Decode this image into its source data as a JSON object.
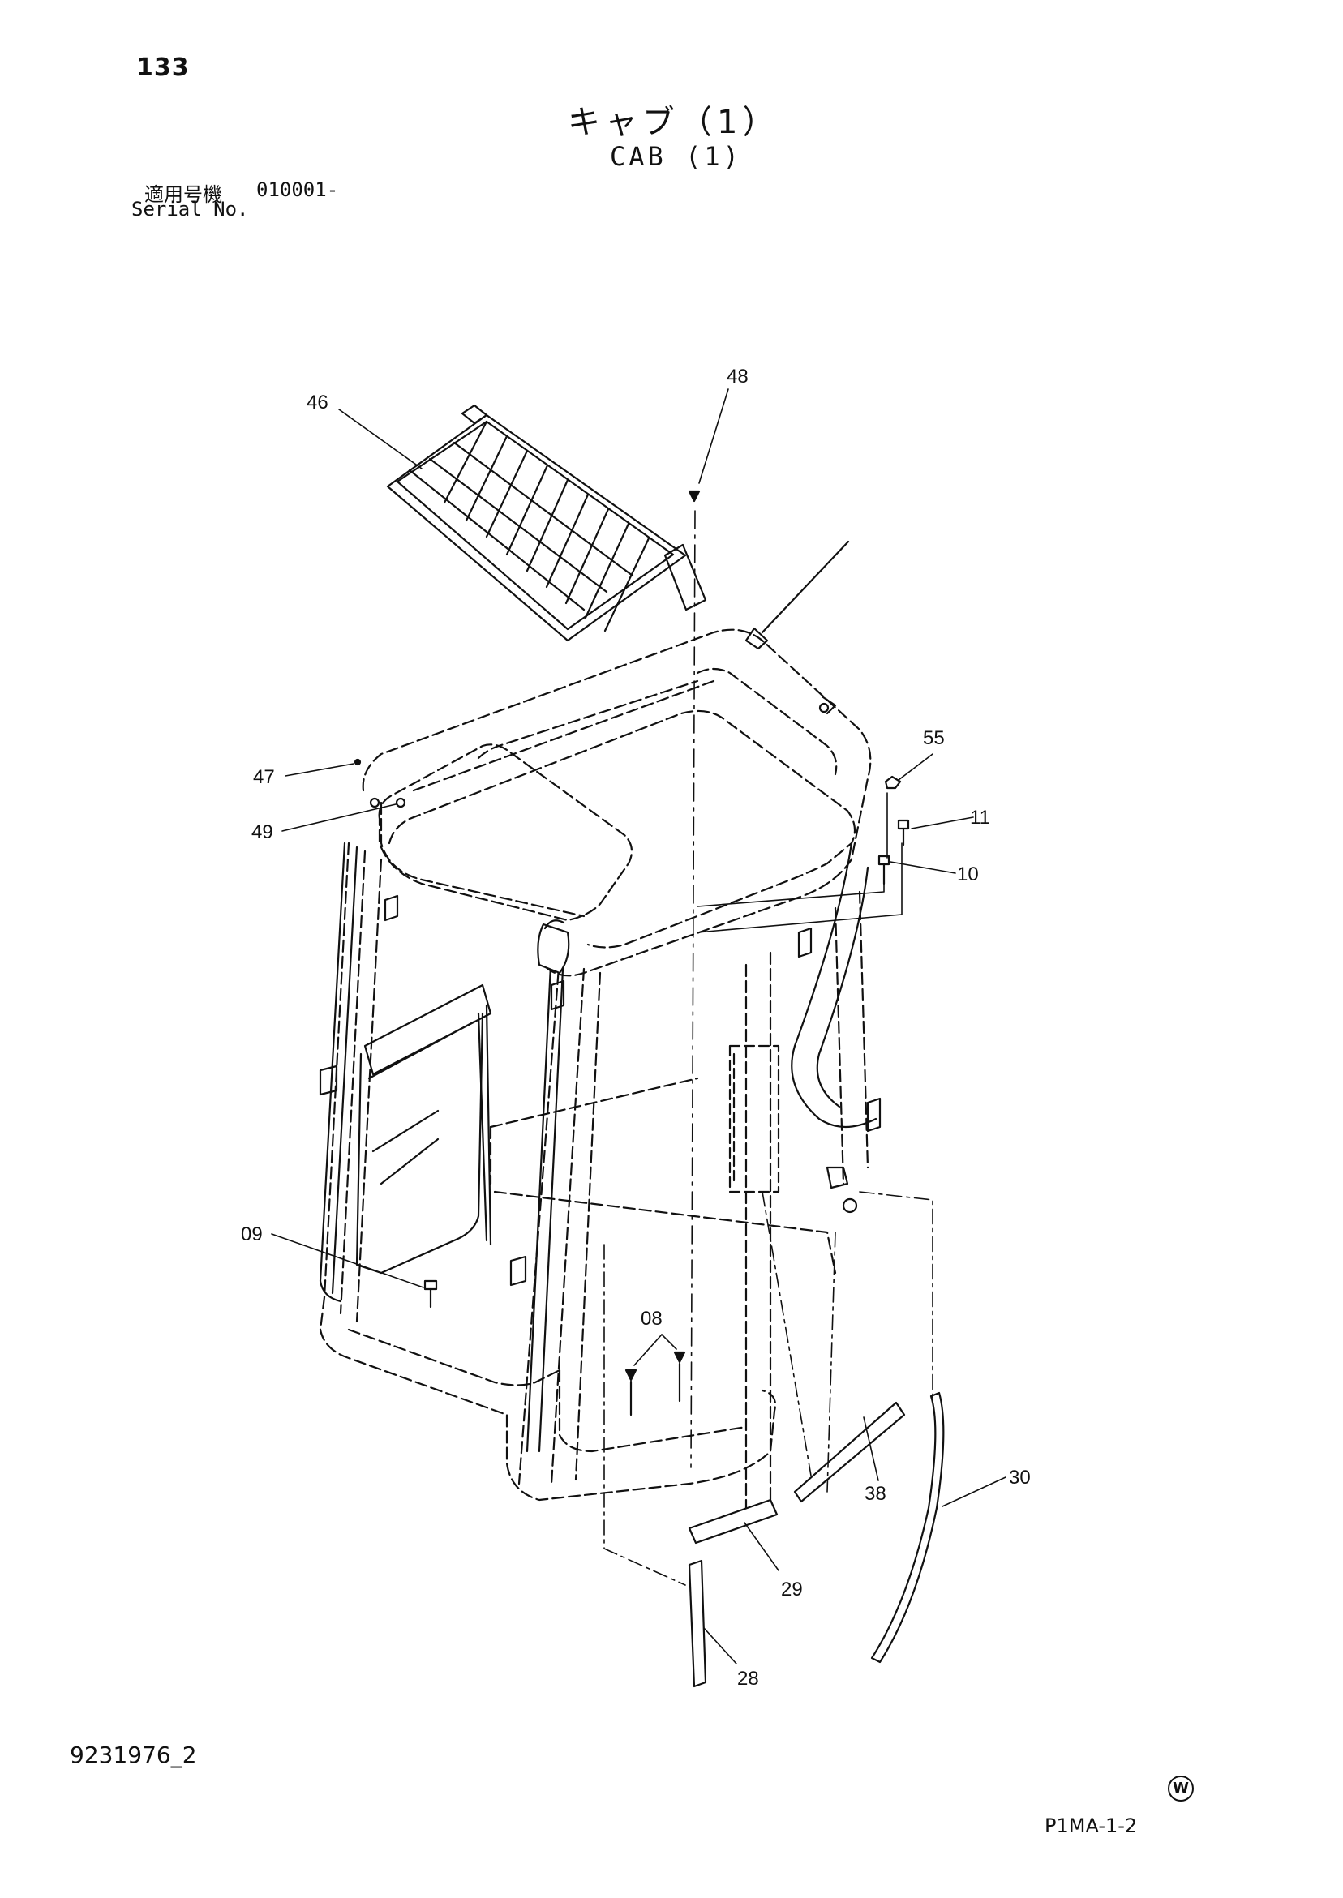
{
  "header": {
    "page_number": "133",
    "title_jp": "キャブ（1）",
    "title_en": "CAB (1)",
    "serial_label_jp": "適用号機",
    "serial_value": "010001-",
    "serial_label_en": "Serial No."
  },
  "footer": {
    "doc_id": "9231976_2",
    "page_code": "P1MA-1-2",
    "mark": "W"
  },
  "callouts": {
    "c46": "46",
    "c48": "48",
    "c55": "55",
    "c47": "47",
    "c49": "49",
    "c11": "11",
    "c10": "10",
    "c09": "09",
    "c08": "08",
    "c38": "38",
    "c30": "30",
    "c29": "29",
    "c28": "28"
  }
}
